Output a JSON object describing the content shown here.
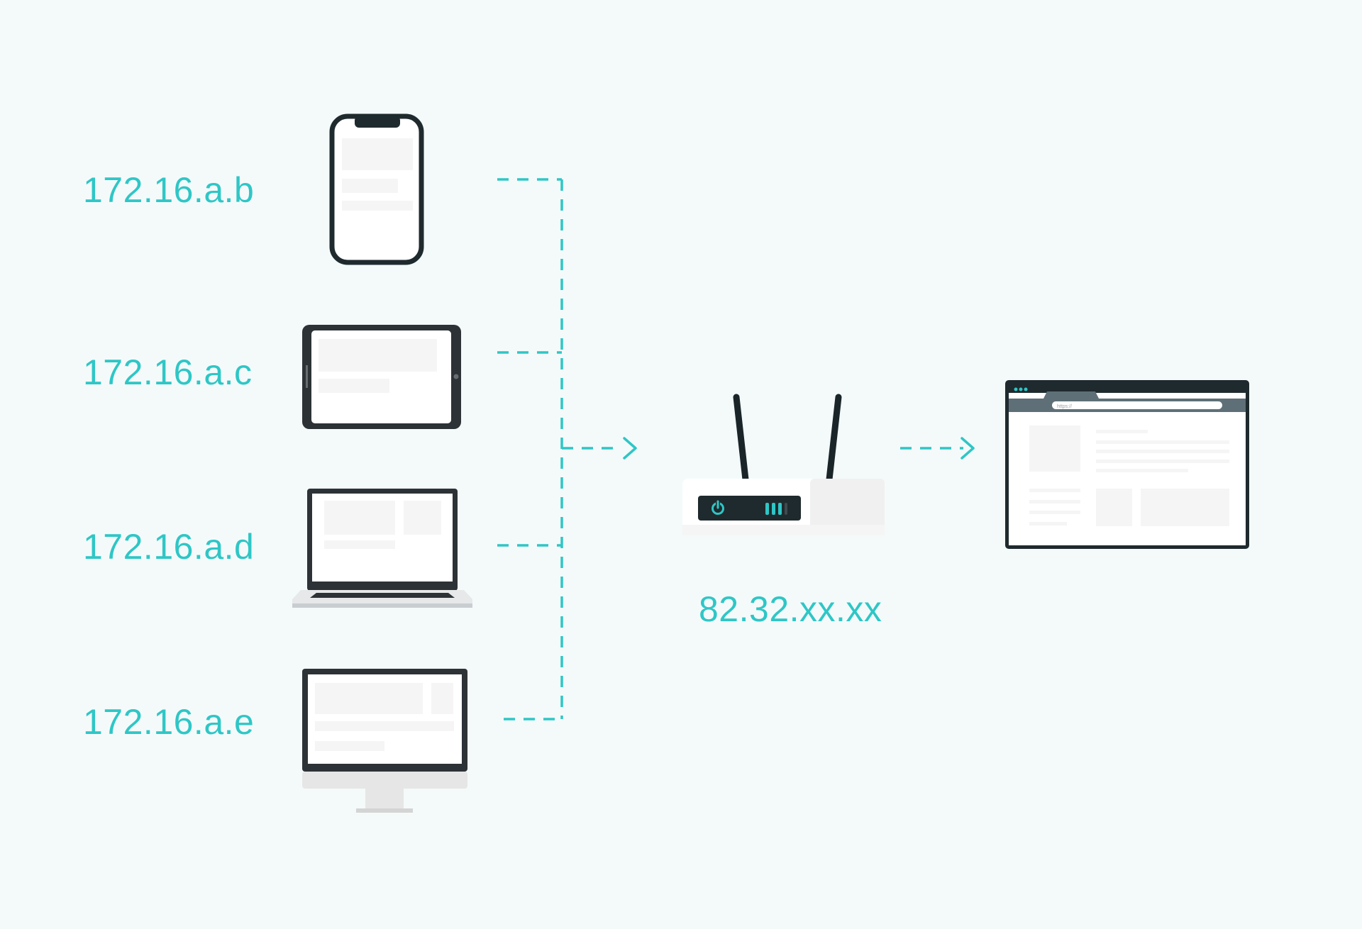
{
  "devices": [
    {
      "ip": "172.16.a.b",
      "icon": "smartphone-icon"
    },
    {
      "ip": "172.16.a.c",
      "icon": "tablet-icon"
    },
    {
      "ip": "172.16.a.d",
      "icon": "laptop-icon"
    },
    {
      "ip": "172.16.a.e",
      "icon": "desktop-monitor-icon"
    }
  ],
  "router": {
    "ip": "82.32.xx.xx",
    "icon": "wifi-router-icon"
  },
  "destination": {
    "icon": "browser-window-icon",
    "url_text": "https://"
  },
  "colors": {
    "accent": "#2fc6c6",
    "dark": "#1f2a2e",
    "background": "#f4fafa",
    "placeholder": "#f5f5f5"
  }
}
